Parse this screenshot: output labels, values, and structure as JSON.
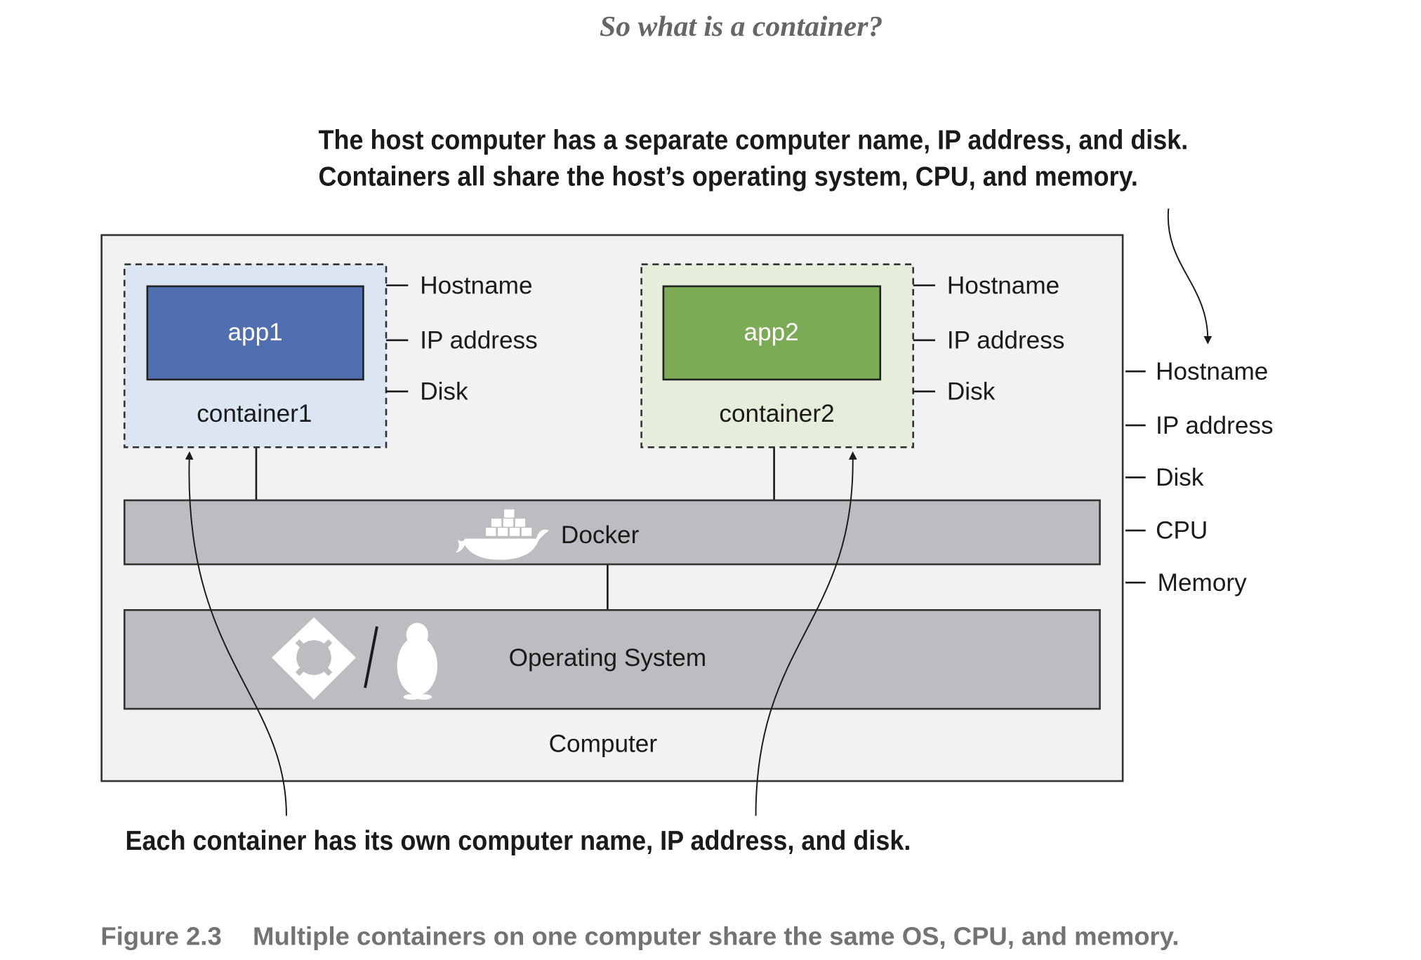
{
  "page": {
    "running_head": "So what is a container?"
  },
  "annotations": {
    "top_line1": "The host computer has a separate computer name, IP address, and disk.",
    "top_line2": "Containers all share the host’s operating system, CPU, and memory.",
    "bottom": "Each container has its own computer name, IP address, and disk."
  },
  "diagram": {
    "computer_label": "Computer",
    "docker_label": "Docker",
    "os_label": "Operating System",
    "container1": {
      "app": "app1",
      "name": "container1",
      "attributes": [
        "Hostname",
        "IP address",
        "Disk"
      ],
      "fill": "#dce6f2",
      "app_fill": "#4f6fb0"
    },
    "container2": {
      "app": "app2",
      "name": "container2",
      "attributes": [
        "Hostname",
        "IP address",
        "Disk"
      ],
      "fill": "#e6eedb",
      "app_fill": "#7bab55"
    },
    "host_attributes": [
      "Hostname",
      "IP address",
      "Disk",
      "CPU",
      "Memory"
    ],
    "layer_fill": "#bcbdc0",
    "computer_fill": "#f1f2f4"
  },
  "caption": {
    "number": "Figure 2.3",
    "text": "Multiple containers on one computer share the same OS, CPU, and memory."
  }
}
